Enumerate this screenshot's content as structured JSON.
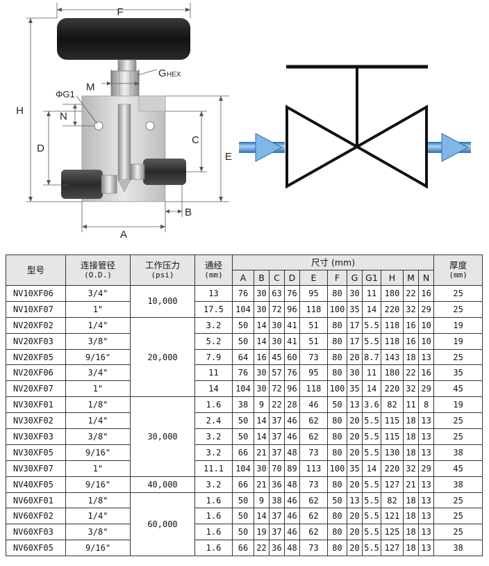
{
  "diagram": {
    "dim_labels": {
      "F": "F",
      "G": "G",
      "HEX": "HEX",
      "M": "M",
      "G1": "ΦG1",
      "N": "N",
      "H": "H",
      "D": "D",
      "C": "C",
      "E": "E",
      "B": "B",
      "A": "A"
    }
  },
  "table": {
    "headers": {
      "model": "型号",
      "connection": "连接管径",
      "connection_sub": "(O.D.)",
      "pressure": "工作压力",
      "pressure_sub": "(psi)",
      "bore": "通经",
      "bore_sub": "(mm)",
      "dims": "尺寸 (mm)",
      "thickness": "厚度",
      "thickness_sub": "(mm)"
    },
    "dim_cols": [
      "A",
      "B",
      "C",
      "D",
      "E",
      "F",
      "G",
      "G1",
      "H",
      "M",
      "N"
    ],
    "pressure_groups": [
      {
        "label": "10,000",
        "span": 2
      },
      {
        "label": "20,000",
        "span": 5
      },
      {
        "label": "30,000",
        "span": 5
      },
      {
        "label": "40,000",
        "span": 1
      },
      {
        "label": "60,000",
        "span": 4
      }
    ],
    "rows": [
      {
        "model": "NV10XF06",
        "od": "3/4\"",
        "bore": "13",
        "dims": [
          "76",
          "30",
          "63",
          "76",
          "95",
          "80",
          "30",
          "11",
          "180",
          "22",
          "16"
        ],
        "t": "25"
      },
      {
        "model": "NV10XF07",
        "od": "1\"",
        "bore": "17.5",
        "dims": [
          "104",
          "30",
          "72",
          "96",
          "118",
          "100",
          "35",
          "14",
          "220",
          "32",
          "29"
        ],
        "t": "25"
      },
      {
        "model": "NV20XF02",
        "od": "1/4\"",
        "bore": "3.2",
        "dims": [
          "50",
          "14",
          "30",
          "41",
          "51",
          "80",
          "17",
          "5.5",
          "118",
          "16",
          "10"
        ],
        "t": "19"
      },
      {
        "model": "NV20XF03",
        "od": "3/8\"",
        "bore": "5.2",
        "dims": [
          "50",
          "14",
          "30",
          "41",
          "51",
          "80",
          "17",
          "5.5",
          "118",
          "16",
          "10"
        ],
        "t": "19"
      },
      {
        "model": "NV20XF05",
        "od": "9/16\"",
        "bore": "7.9",
        "dims": [
          "64",
          "16",
          "45",
          "60",
          "73",
          "80",
          "20",
          "8.7",
          "143",
          "18",
          "13"
        ],
        "t": "25"
      },
      {
        "model": "NV20XF06",
        "od": "3/4\"",
        "bore": "11",
        "dims": [
          "76",
          "30",
          "57",
          "76",
          "95",
          "80",
          "30",
          "11",
          "180",
          "22",
          "16"
        ],
        "t": "35"
      },
      {
        "model": "NV20XF07",
        "od": "1\"",
        "bore": "14",
        "dims": [
          "104",
          "30",
          "72",
          "96",
          "118",
          "100",
          "35",
          "14",
          "220",
          "32",
          "29"
        ],
        "t": "45"
      },
      {
        "model": "NV30XF01",
        "od": "1/8\"",
        "bore": "1.6",
        "dims": [
          "38",
          "9",
          "22",
          "28",
          "46",
          "50",
          "13",
          "3.6",
          "82",
          "11",
          "8"
        ],
        "t": "19"
      },
      {
        "model": "NV30XF02",
        "od": "1/4\"",
        "bore": "2.4",
        "dims": [
          "50",
          "14",
          "37",
          "46",
          "62",
          "80",
          "20",
          "5.5",
          "115",
          "18",
          "13"
        ],
        "t": "25"
      },
      {
        "model": "NV30XF03",
        "od": "3/8\"",
        "bore": "3.2",
        "dims": [
          "50",
          "14",
          "37",
          "46",
          "62",
          "80",
          "20",
          "5.5",
          "115",
          "18",
          "13"
        ],
        "t": "25"
      },
      {
        "model": "NV30XF05",
        "od": "9/16\"",
        "bore": "3.2",
        "dims": [
          "66",
          "21",
          "37",
          "48",
          "73",
          "80",
          "20",
          "5.5",
          "130",
          "18",
          "13"
        ],
        "t": "38"
      },
      {
        "model": "NV30XF07",
        "od": "1\"",
        "bore": "11.1",
        "dims": [
          "104",
          "30",
          "70",
          "89",
          "113",
          "100",
          "35",
          "14",
          "220",
          "32",
          "29"
        ],
        "t": "45"
      },
      {
        "model": "NV40XF05",
        "od": "9/16\"",
        "bore": "3.2",
        "dims": [
          "66",
          "21",
          "36",
          "48",
          "73",
          "80",
          "20",
          "5.5",
          "127",
          "21",
          "13"
        ],
        "t": "38"
      },
      {
        "model": "NV60XF01",
        "od": "1/8\"",
        "bore": "1.6",
        "dims": [
          "50",
          "9",
          "38",
          "46",
          "62",
          "50",
          "13",
          "5.5",
          "82",
          "18",
          "13"
        ],
        "t": "25"
      },
      {
        "model": "NV60XF02",
        "od": "1/4\"",
        "bore": "1.6",
        "dims": [
          "50",
          "14",
          "37",
          "46",
          "62",
          "80",
          "20",
          "5.5",
          "121",
          "18",
          "13"
        ],
        "t": "25"
      },
      {
        "model": "NV60XF03",
        "od": "3/8\"",
        "bore": "1.6",
        "dims": [
          "50",
          "19",
          "37",
          "46",
          "62",
          "80",
          "20",
          "5.5",
          "125",
          "18",
          "13"
        ],
        "t": "25"
      },
      {
        "model": "NV60XF05",
        "od": "9/16\"",
        "bore": "1.6",
        "dims": [
          "66",
          "22",
          "36",
          "48",
          "73",
          "80",
          "20",
          "5.5",
          "127",
          "18",
          "13"
        ],
        "t": "38"
      }
    ]
  }
}
